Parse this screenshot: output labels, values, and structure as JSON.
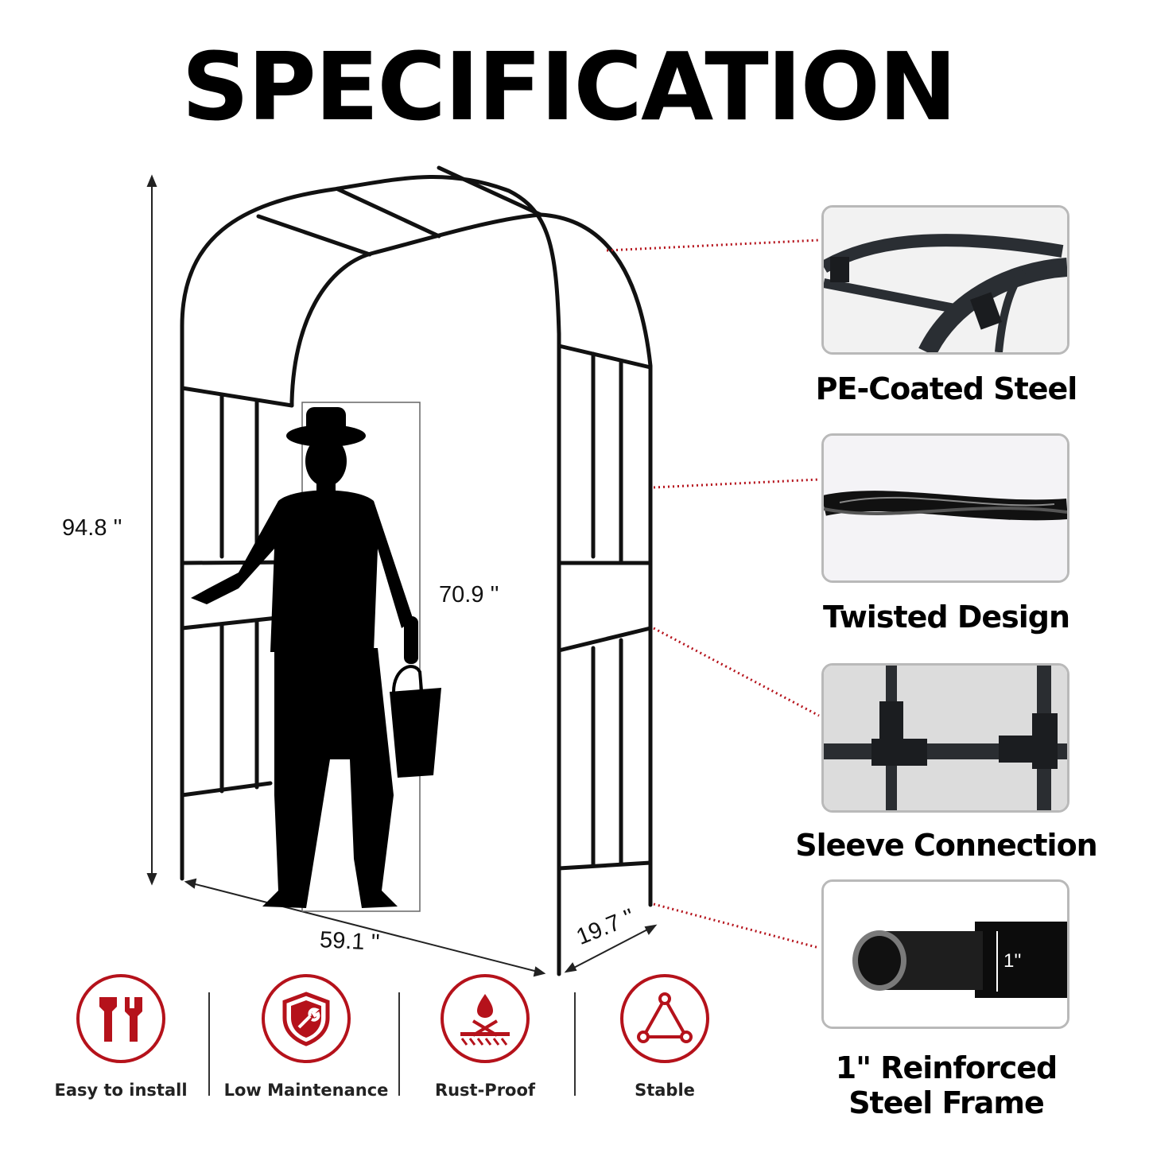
{
  "title": "SPECIFICATION",
  "dimensions": {
    "total_height": "94.8 ''",
    "person_height": "70.9 ''",
    "width": "59.1 ''",
    "depth": "19.7 ''"
  },
  "panels": [
    {
      "label": "PE-Coated Steel",
      "icon": "pe-coated-steel-photo"
    },
    {
      "label": "Twisted Design",
      "icon": "twisted-design-photo"
    },
    {
      "label": "Sleeve Connection",
      "icon": "sleeve-connection-photo"
    },
    {
      "label": "1\" Reinforced Steel Frame",
      "icon": "reinforced-frame-photo",
      "pipe_label": "1''"
    }
  ],
  "features": [
    {
      "label": "Easy to install",
      "icon": "tools-icon"
    },
    {
      "label": "Low Maintenance",
      "icon": "shield-wrench-icon"
    },
    {
      "label": "Rust-Proof",
      "icon": "rust-proof-icon"
    },
    {
      "label": "Stable",
      "icon": "triangle-icon"
    }
  ],
  "colors": {
    "accent": "#b5121b",
    "frame": "#111111",
    "panel_border": "#b9b9b9"
  }
}
